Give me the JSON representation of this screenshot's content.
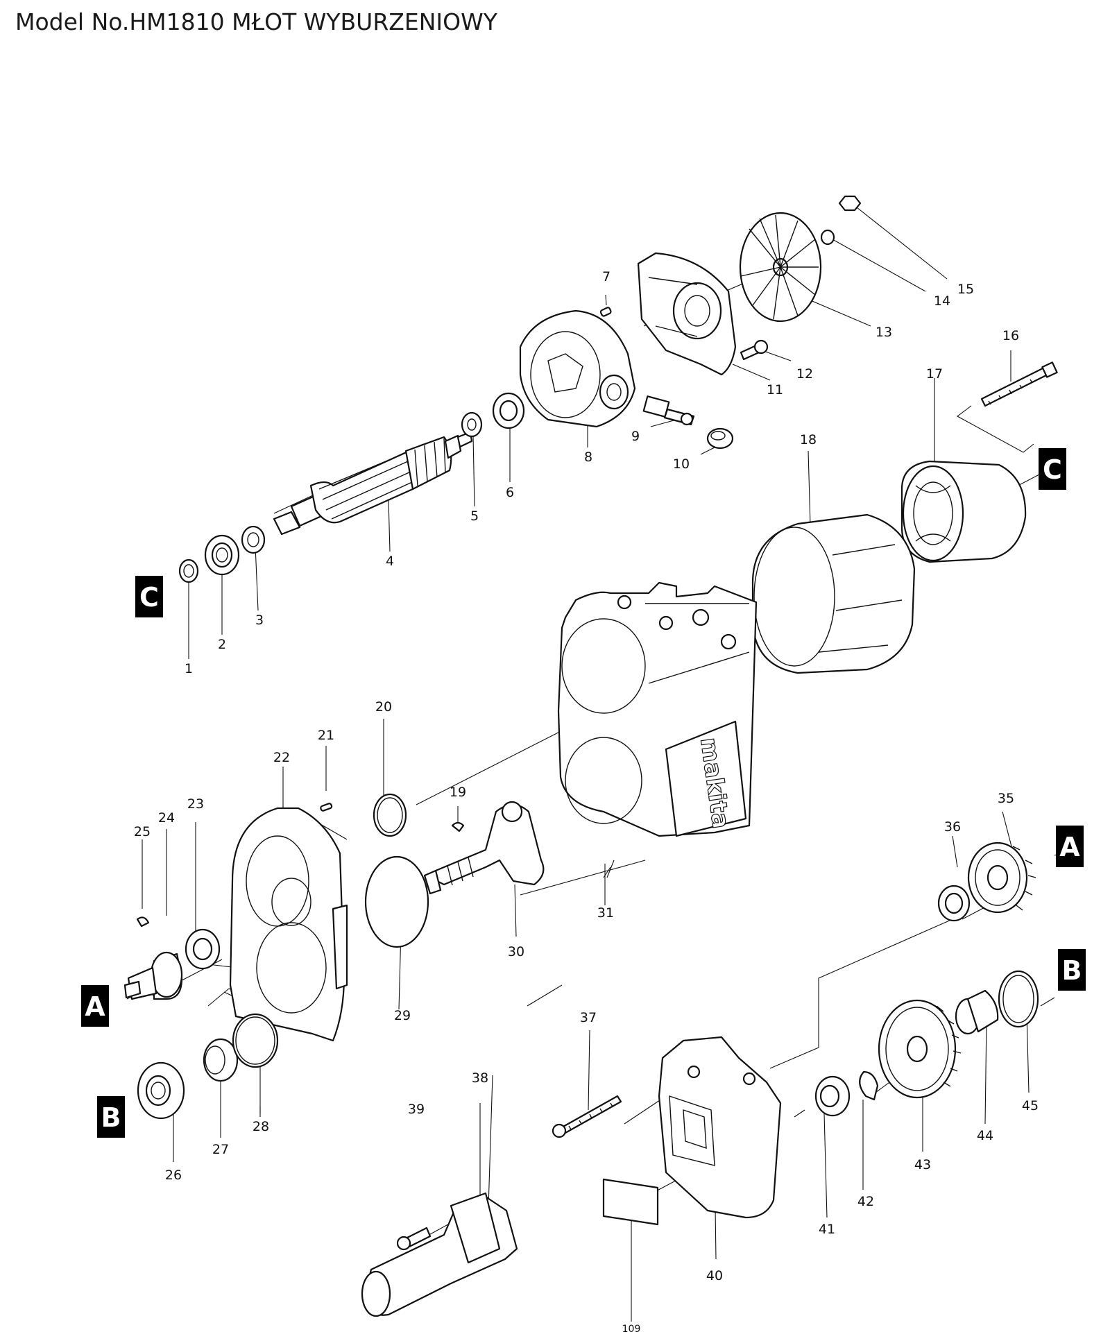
{
  "title": "Model No.HM1810 MŁOT WYBURZENIOWY",
  "brand_logo_text": "makita",
  "section_markers": [
    "A",
    "B",
    "C"
  ],
  "part_labels": [
    "1",
    "2",
    "3",
    "4",
    "5",
    "6",
    "7",
    "8",
    "9",
    "10",
    "11",
    "12",
    "13",
    "14",
    "15",
    "16",
    "17",
    "18",
    "19",
    "20",
    "21",
    "22",
    "23",
    "24",
    "25",
    "26",
    "27",
    "28",
    "29",
    "30",
    "31",
    "35",
    "36",
    "37",
    "38",
    "39",
    "40",
    "41",
    "42",
    "43",
    "44",
    "45",
    "109"
  ]
}
